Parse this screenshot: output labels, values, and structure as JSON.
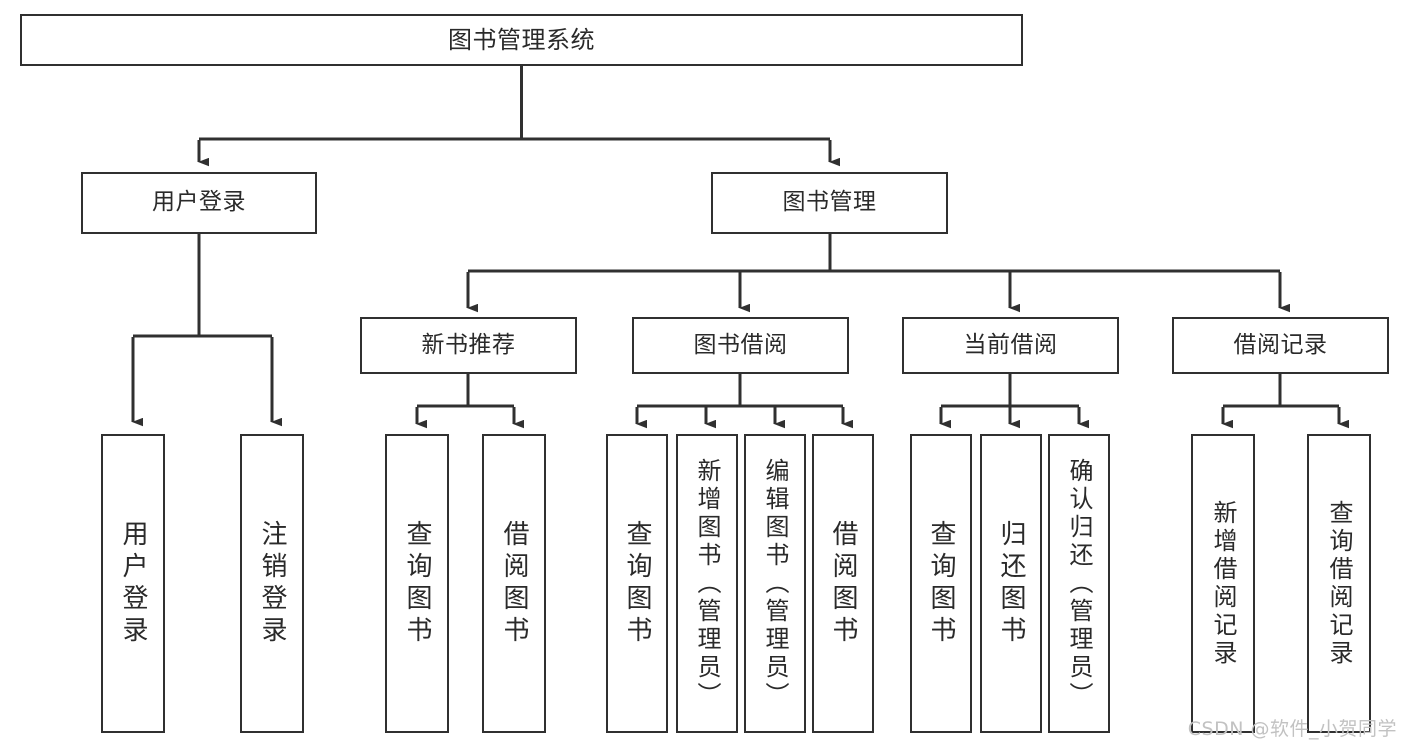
{
  "diagram": {
    "type": "tree",
    "title": "图书管理系统",
    "orientation": "top-down",
    "colors": {
      "box_border": "#303030",
      "box_fill": "#ffffff",
      "connector": "#303030",
      "text": "#2a2a2a",
      "watermark": "#c2c2c2",
      "background": "#ffffff"
    },
    "root": {
      "label": "图书管理系统"
    },
    "level2": [
      {
        "label": "用户登录"
      },
      {
        "label": "图书管理"
      }
    ],
    "level3": [
      {
        "label": "新书推荐"
      },
      {
        "label": "图书借阅"
      },
      {
        "label": "当前借阅"
      },
      {
        "label": "借阅记录"
      }
    ],
    "leaves": {
      "user_login": [
        {
          "label": "用户登录"
        },
        {
          "label": "注销登录"
        }
      ],
      "new_book_recommend": [
        {
          "label": "查询图书"
        },
        {
          "label": "借阅图书"
        }
      ],
      "book_borrow": [
        {
          "label": "查询图书"
        },
        {
          "label": "新增图书（管理员）"
        },
        {
          "label": "编辑图书（管理员）"
        },
        {
          "label": "借阅图书"
        }
      ],
      "current_borrow": [
        {
          "label": "查询图书"
        },
        {
          "label": "归还图书"
        },
        {
          "label": "确认归还（管理员）"
        }
      ],
      "borrow_record": [
        {
          "label": "新增借阅记录"
        },
        {
          "label": "查询借阅记录"
        }
      ]
    }
  },
  "watermark": {
    "text": "CSDN @软件_小贺同学"
  }
}
